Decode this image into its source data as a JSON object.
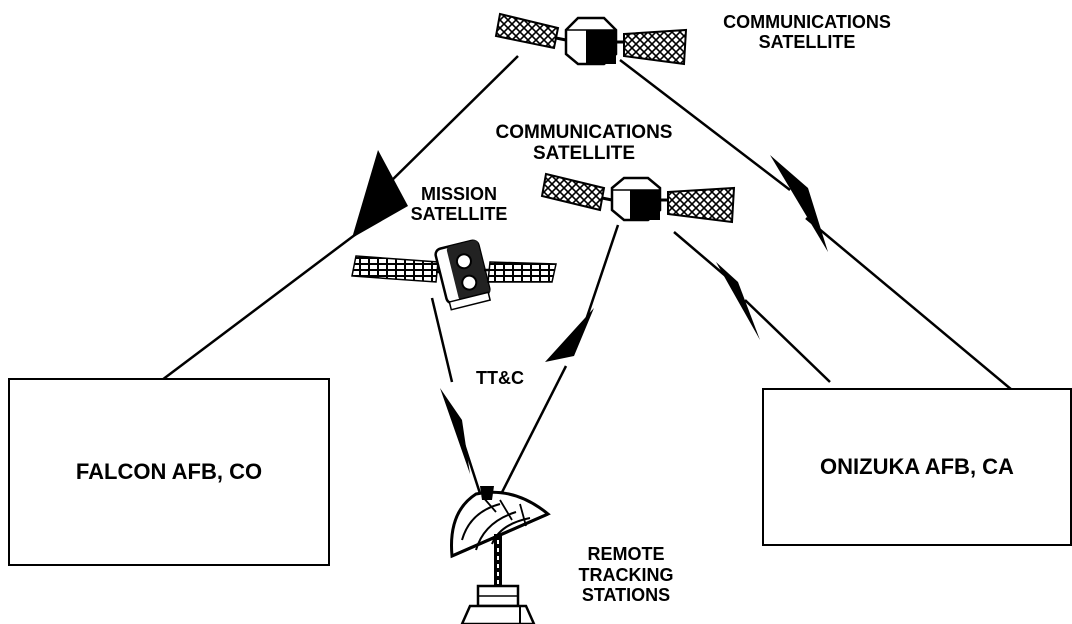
{
  "labels": {
    "comsat_top": [
      "COMMUNICATIONS",
      "SATELLITE"
    ],
    "comsat_mid": [
      "COMMUNICATIONS",
      "SATELLITE"
    ],
    "mission_sat": [
      "MISSION",
      "SATELLITE"
    ],
    "ttc": "TT&C",
    "remote_stations": [
      "REMOTE",
      "TRACKING",
      "STATIONS"
    ]
  },
  "facilities": {
    "falcon": "FALCON AFB, CO",
    "onizuka": "ONIZUKA AFB, CA"
  },
  "colors": {
    "ink": "#000000",
    "background": "#ffffff"
  }
}
